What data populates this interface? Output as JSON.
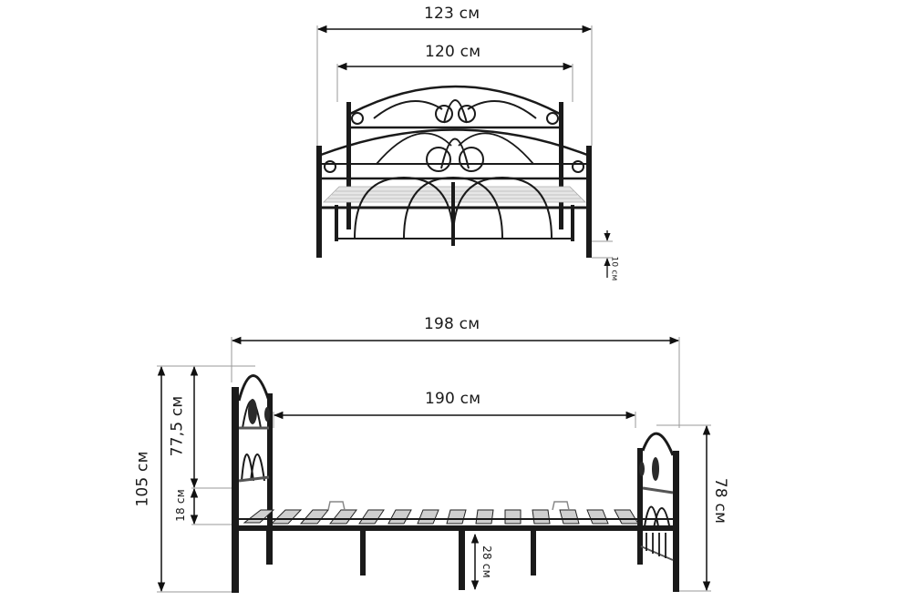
{
  "front_view": {
    "total_width": "123 см",
    "inner_width": "120 см",
    "leg_clearance": "10 см"
  },
  "side_view": {
    "total_length": "198 см",
    "inner_length": "190 см",
    "total_height_headboard": "105 см",
    "headboard_upper": "77,5 см",
    "headboard_lower": "18 см",
    "footboard_height": "78 см",
    "frame_height": "28 см"
  },
  "colors": {
    "frame": "#1a1a1a",
    "slats": "#d9d9d9",
    "guide_line": "#9a9a9a",
    "background": "#ffffff"
  }
}
